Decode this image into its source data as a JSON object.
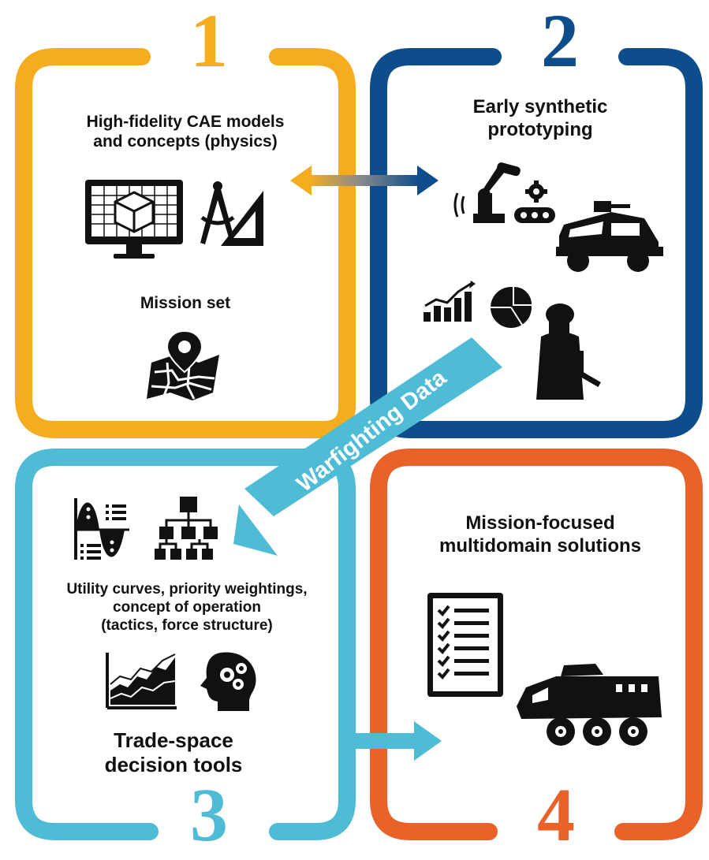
{
  "quadrants": [
    {
      "number": "1",
      "color": "#F5AD1F",
      "caption_lines": [
        "High-fidelity CAE models",
        "and concepts (physics)"
      ],
      "sub_caption": "Mission set"
    },
    {
      "number": "2",
      "color": "#0E4D8C",
      "caption_lines": [
        "Early synthetic",
        "prototyping"
      ]
    },
    {
      "number": "3",
      "color": "#4DBCD4",
      "caption_lines": [
        "Utility curves, priority weightings,",
        "concept of operation",
        "(tactics, force structure)"
      ],
      "sub_caption_lines": [
        "Trade-space",
        "decision tools"
      ]
    },
    {
      "number": "4",
      "color": "#E8622A",
      "caption_lines": [
        "Mission-focused",
        "multidomain solutions"
      ]
    }
  ],
  "flow_label": "Warfighting Data",
  "icons": {
    "q1": [
      "monitor-cube-icon",
      "compass-ruler-icon",
      "map-pin-icon"
    ],
    "q2": [
      "robot-arm-icon",
      "military-truck-icon",
      "bar-chart-icon",
      "pie-chart-icon",
      "soldier-icon"
    ],
    "q3": [
      "utility-curve-icon",
      "org-chart-icon",
      "area-chart-icon",
      "head-gears-icon"
    ],
    "q4": [
      "checklist-icon",
      "armored-vehicle-icon"
    ]
  }
}
